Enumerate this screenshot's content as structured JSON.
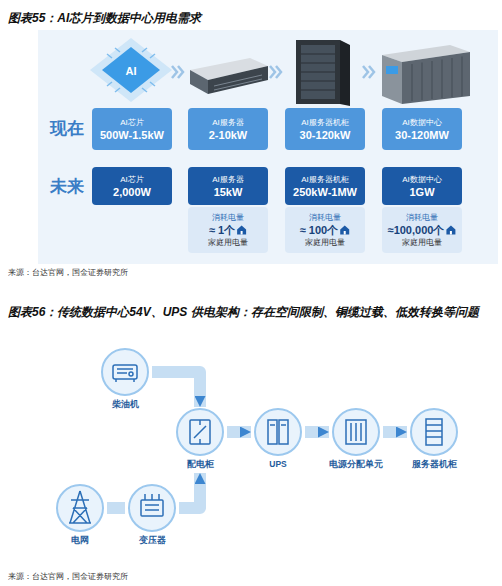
{
  "diagram": {
    "title": "图表55：AI芯片到数据中心用电需求",
    "nodes": [
      {
        "text": [
          "AI芯片",
          "500W-1.5kW"
        ]
      },
      {
        "text": [
          "AI服务器",
          "2-10kW"
        ]
      },
      {
        "text": [
          "AI服务器机柜",
          "30-120kW"
        ]
      },
      {
        "text": [
          "AI数据中心",
          "30-120MW"
        ]
      },
      {
        "text": [
          "AI芯片",
          "2,000W"
        ]
      },
      {
        "text": [
          "AI服务器",
          "15kW"
        ]
      },
      {
        "text": [
          "AI服务器机柜",
          "250kW-1MW"
        ]
      },
      {
        "text": [
          "AI数据中心",
          "1GW"
        ]
      },
      {
        "text": [
          "消耗电量",
          "≈ 1个",
          "家庭用电量"
        ]
      },
      {
        "text": [
          "消耗电量",
          "≈ 100个",
          "家庭用电量"
        ]
      },
      {
        "text": [
          "消耗电量",
          "≈100,000个",
          "家庭用电量"
        ]
      },
      {
        "text": [
          "柴油机"
        ]
      },
      {
        "text": [
          "配电柜"
        ]
      },
      {
        "text": [
          "UPS"
        ]
      },
      {
        "text": [
          "电源分配单元"
        ]
      },
      {
        "text": [
          "服务器机柜"
        ]
      },
      {
        "text": [
          "电网"
        ]
      },
      {
        "text": [
          "变压器"
        ]
      }
    ],
    "edges": [
      {
        "from": 11,
        "to": 12,
        "arrow": "to"
      },
      {
        "from": 12,
        "to": 13,
        "arrow": "to"
      },
      {
        "from": 13,
        "to": 14,
        "arrow": "to"
      },
      {
        "from": 14,
        "to": 15,
        "arrow": "to"
      },
      {
        "from": 16,
        "to": 17,
        "arrow": "none"
      },
      {
        "from": 17,
        "to": 12,
        "arrow": "to"
      }
    ],
    "labels": [
      "AI",
      "现在",
      "未来",
      "来源：台达官网，国金证券研究所",
      "图表56：传统数据中心54V、UPS 供电架构：存在空间限制、铜缆过载、低效转换等问题",
      "来源：台达官网，国金证券研究所"
    ]
  }
}
